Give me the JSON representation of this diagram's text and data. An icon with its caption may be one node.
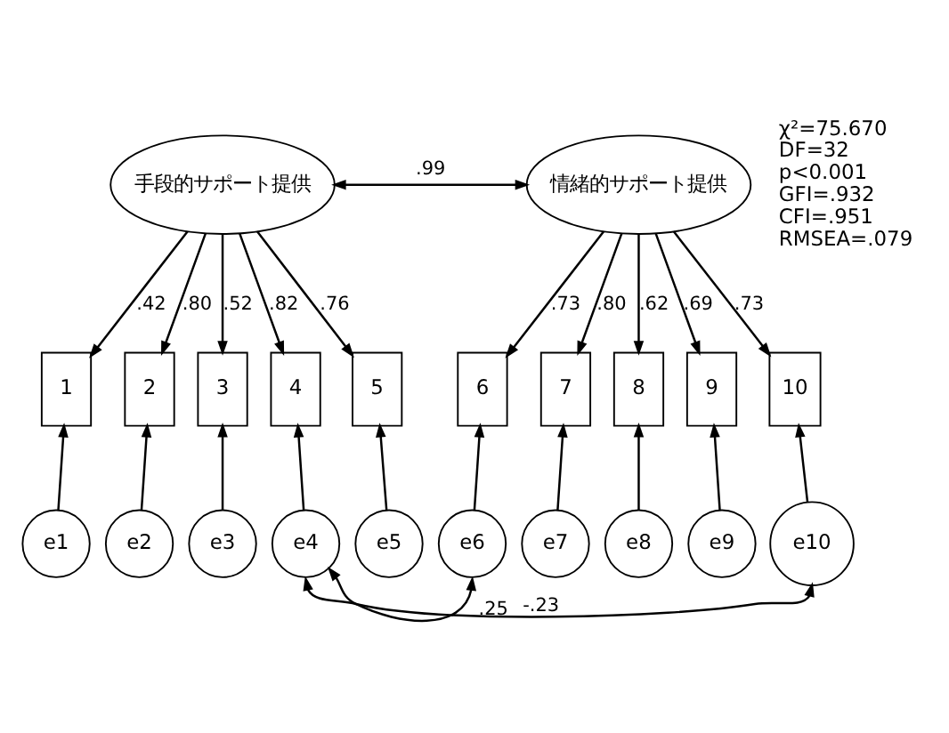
{
  "diagram": {
    "nodes": [
      {
        "text": [
          "手段的サポート提供"
        ]
      },
      {
        "text": [
          "情緒的サポート提供"
        ]
      },
      {
        "text": [
          "1"
        ]
      },
      {
        "text": [
          "2"
        ]
      },
      {
        "text": [
          "3"
        ]
      },
      {
        "text": [
          "4"
        ]
      },
      {
        "text": [
          "5"
        ]
      },
      {
        "text": [
          "6"
        ]
      },
      {
        "text": [
          "7"
        ]
      },
      {
        "text": [
          "8"
        ]
      },
      {
        "text": [
          "9"
        ]
      },
      {
        "text": [
          "10"
        ]
      },
      {
        "text": [
          "e1"
        ]
      },
      {
        "text": [
          "e2"
        ]
      },
      {
        "text": [
          "e3"
        ]
      },
      {
        "text": [
          "e4"
        ]
      },
      {
        "text": [
          "e5"
        ]
      },
      {
        "text": [
          "e6"
        ]
      },
      {
        "text": [
          "e7"
        ]
      },
      {
        "text": [
          "e8"
        ]
      },
      {
        "text": [
          "e9"
        ]
      },
      {
        "text": [
          "e10"
        ]
      }
    ],
    "edges": [
      {
        "from": 0,
        "to": 1,
        "arrow": "both",
        "label": ".99"
      },
      {
        "from": 0,
        "to": 2,
        "arrow": "to",
        "label": ".42"
      },
      {
        "from": 0,
        "to": 3,
        "arrow": "to",
        "label": ".80"
      },
      {
        "from": 0,
        "to": 4,
        "arrow": "to",
        "label": ".52"
      },
      {
        "from": 0,
        "to": 5,
        "arrow": "to",
        "label": ".82"
      },
      {
        "from": 0,
        "to": 6,
        "arrow": "to",
        "label": ".76"
      },
      {
        "from": 1,
        "to": 7,
        "arrow": "to",
        "label": ".73"
      },
      {
        "from": 1,
        "to": 8,
        "arrow": "to",
        "label": ".80"
      },
      {
        "from": 1,
        "to": 9,
        "arrow": "to",
        "label": ".62"
      },
      {
        "from": 1,
        "to": 10,
        "arrow": "to",
        "label": ".69"
      },
      {
        "from": 1,
        "to": 11,
        "arrow": "to",
        "label": ".73"
      },
      {
        "from": 12,
        "to": 2,
        "arrow": "to"
      },
      {
        "from": 13,
        "to": 3,
        "arrow": "to"
      },
      {
        "from": 14,
        "to": 4,
        "arrow": "to"
      },
      {
        "from": 15,
        "to": 5,
        "arrow": "to"
      },
      {
        "from": 16,
        "to": 6,
        "arrow": "to"
      },
      {
        "from": 17,
        "to": 7,
        "arrow": "to"
      },
      {
        "from": 18,
        "to": 8,
        "arrow": "to"
      },
      {
        "from": 19,
        "to": 9,
        "arrow": "to"
      },
      {
        "from": 20,
        "to": 10,
        "arrow": "to"
      },
      {
        "from": 21,
        "to": 11,
        "arrow": "to"
      },
      {
        "from": 15,
        "to": 17,
        "arrow": "both",
        "label": ".25"
      },
      {
        "from": 15,
        "to": 21,
        "arrow": "both",
        "label": "-.23"
      }
    ],
    "labels": [
      "χ²=75.670",
      "DF=32",
      "p<0.001",
      "GFI=.932",
      "CFI=.951",
      "RMSEA=.079"
    ]
  }
}
